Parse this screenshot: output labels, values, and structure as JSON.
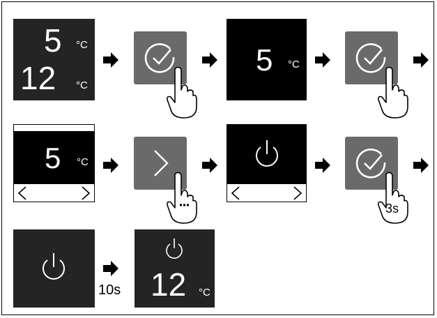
{
  "units": {
    "celsius": "°C"
  },
  "row1": {
    "display1": {
      "top_value": "5",
      "bottom_value": "12"
    },
    "display2": {
      "value": "5"
    }
  },
  "row2": {
    "display1": {
      "value": "5"
    }
  },
  "row3": {
    "delay_label": "10s",
    "display2": {
      "value": "12"
    }
  },
  "hold_label": "3s",
  "icons": [
    "arrow-right-icon",
    "check-circle-icon",
    "hand-press-icon",
    "chevron-right-icon",
    "chevron-left-icon",
    "power-icon"
  ],
  "colors": {
    "button": "#6a6a6a",
    "display_dark": "#242424",
    "display_black": "#000000"
  }
}
